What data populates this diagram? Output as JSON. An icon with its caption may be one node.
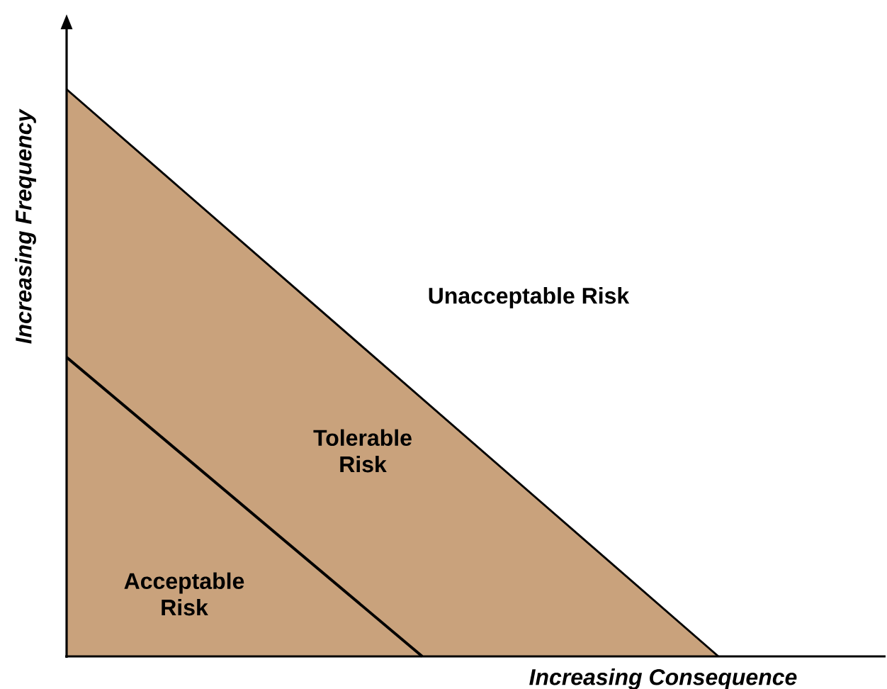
{
  "diagram": {
    "nodes": [
      {
        "text": [
          "Tolerable Risk"
        ]
      },
      {
        "text": [
          "Acceptable Risk"
        ]
      }
    ],
    "labels": [
      "Unacceptable Risk",
      "Increasing Frequency",
      "Increasing Consequence"
    ]
  }
}
